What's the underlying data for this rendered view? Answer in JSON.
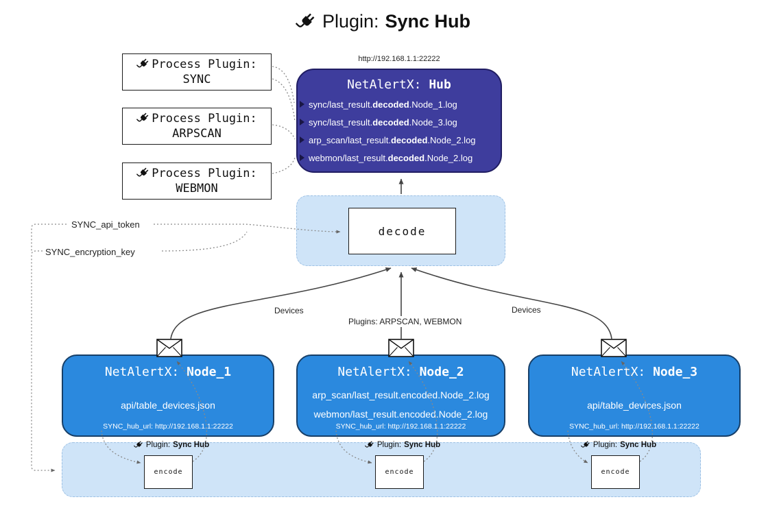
{
  "title": {
    "label": "Plugin:",
    "bold": "Sync Hub"
  },
  "process_plugins": [
    {
      "label": "Process Plugin:",
      "name": "SYNC"
    },
    {
      "label": "Process Plugin:",
      "name": "ARPSCAN"
    },
    {
      "label": "Process Plugin:",
      "name": "WEBMON"
    }
  ],
  "hub": {
    "url": "http://192.168.1.1:22222",
    "name_prefix": "NetAlertX: ",
    "name_bold": "Hub",
    "files": [
      {
        "pre": "sync/last_result.",
        "bold": "decoded",
        "post": ".Node_1.log"
      },
      {
        "pre": "sync/last_result.",
        "bold": "decoded",
        "post": ".Node_3.log"
      },
      {
        "pre": "arp_scan/last_result.",
        "bold": "decoded",
        "post": ".Node_2.log"
      },
      {
        "pre": "webmon/last_result.",
        "bold": "decoded",
        "post": ".Node_2.log"
      }
    ]
  },
  "decode": {
    "label": "decode"
  },
  "keys": {
    "api_token": "SYNC_api_token",
    "encryption_key": "SYNC_encryption_key"
  },
  "flow_labels": {
    "left": "Devices",
    "center": "Plugins: ARPSCAN, WEBMON",
    "right": "Devices"
  },
  "nodes": [
    {
      "name_prefix": "NetAlertX: ",
      "name_bold": "Node_1",
      "files": [
        "api/table_devices.json"
      ],
      "hub_url": "SYNC_hub_url: http://192.168.1.1:22222"
    },
    {
      "name_prefix": "NetAlertX: ",
      "name_bold": "Node_2",
      "files": [
        "arp_scan/last_result.encoded.Node_2.log",
        "webmon/last_result.encoded.Node_2.log"
      ],
      "hub_url": "SYNC_hub_url: http://192.168.1.1:22222"
    },
    {
      "name_prefix": "NetAlertX: ",
      "name_bold": "Node_3",
      "files": [
        "api/table_devices.json"
      ],
      "hub_url": "SYNC_hub_url: http://192.168.1.1:22222"
    }
  ],
  "encoders": [
    {
      "plugin_prefix": "Plugin:",
      "plugin_bold": "Sync Hub",
      "label": "encode"
    },
    {
      "plugin_prefix": "Plugin:",
      "plugin_bold": "Sync Hub",
      "label": "encode"
    },
    {
      "plugin_prefix": "Plugin:",
      "plugin_bold": "Sync Hub",
      "label": "encode"
    }
  ],
  "colors": {
    "hub_fill": "#3e3d9d",
    "node_fill": "#2b89de",
    "container_fill": "#cfe4f8",
    "box_border": "#1a1a1a",
    "arrow": "#444444",
    "dotted": "#8a8a8a"
  }
}
